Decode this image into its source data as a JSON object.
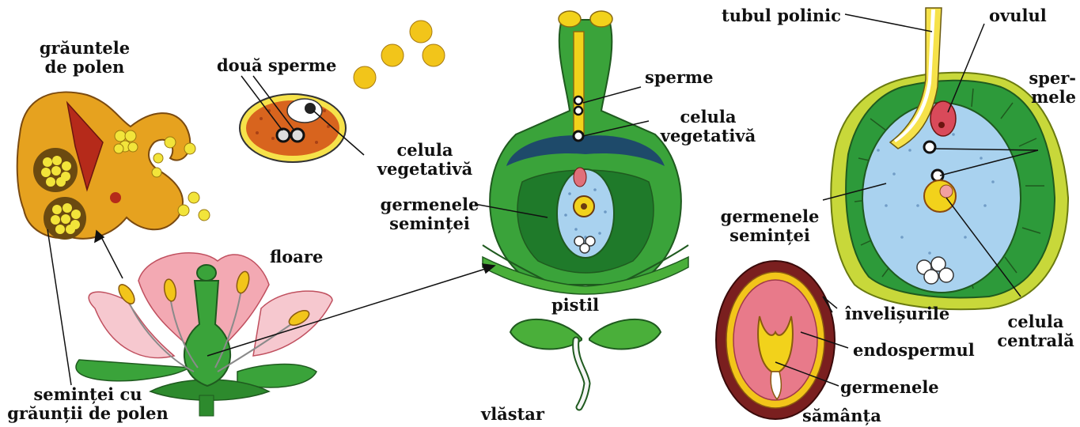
{
  "labels": {
    "graunte_l1": "grăuntele",
    "graunte_l2": "de polen",
    "doua_sperme": "două sperme",
    "celula_veg_l1": "celula",
    "celula_veg_l2": "vegetativă",
    "sperme": "sperme",
    "celula_veg2_l1": "celula",
    "celula_veg2_l2": "vegetativă",
    "germenele_l1": "germenele",
    "germenele_l2": "seminței",
    "floare": "floare",
    "pistil": "pistil",
    "vlastar": "vlăstar",
    "seminte_l1": "seminței cu",
    "seminte_l2": "grăunții de polen",
    "tubul_polinic": "tubul polinic",
    "ovulul": "ovulul",
    "spermele_l1": "sper-",
    "spermele_l2": "mele",
    "germenele2_l1": "germenele",
    "germenele2_l2": "seminței",
    "invelisurile": "învelișurile",
    "endospermul": "endospermul",
    "germenele3": "germenele",
    "samanta": "sămânța",
    "celula_centrala_l1": "celula",
    "celula_centrala_l2": "centrală"
  },
  "colors": {
    "green_dark": "#1f7a2a",
    "green": "#3aa33a",
    "green_light": "#8fd14f",
    "yellow": "#f2d21b",
    "orange": "#e6a21f",
    "pink": "#f3a9b3",
    "red_brown": "#7a1f1f",
    "blue_light": "#a9d2ef"
  }
}
